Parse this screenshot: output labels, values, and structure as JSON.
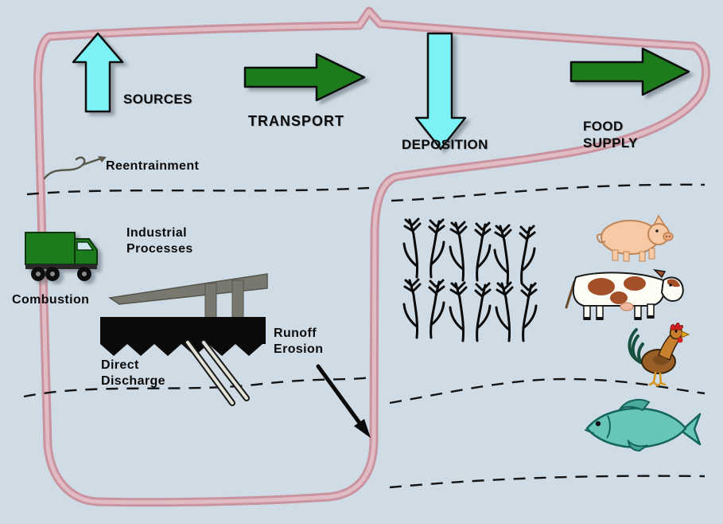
{
  "diagram": {
    "name": "Pollutant pathway cycle from emission sources to the food supply",
    "stages": [
      {
        "label": "SOURCES",
        "arrow": "up",
        "arrow_color": "#7df2f6"
      },
      {
        "label": "TRANSPORT",
        "arrow": "right",
        "arrow_color": "#1e7b1e"
      },
      {
        "label": "DEPOSITION",
        "arrow": "down",
        "arrow_color": "#7df2f6"
      },
      {
        "label": "FOOD\nSUPPLY",
        "arrow": "right",
        "arrow_color": "#1e7b1e"
      }
    ],
    "process_labels": {
      "reentrainment": "Reentrainment",
      "industrial_processes": "Industrial\nProcesses",
      "combustion": "Combustion",
      "direct_discharge": "Direct\nDischarge",
      "runoff_erosion": "Runoff\nErosion"
    },
    "icons": [
      "sources-up-arrow-icon",
      "transport-right-arrow-icon",
      "deposition-down-arrow-icon",
      "food-supply-right-arrow-icon",
      "reentrainment-swirl-icon",
      "truck-icon",
      "factory-icon",
      "discharge-pipes-icon",
      "runoff-arrow-icon",
      "wheat-icon",
      "pig-icon",
      "cow-icon",
      "rooster-icon",
      "fish-icon"
    ],
    "colors": {
      "background": "#cfdce6",
      "cyan_arrow": "#7df2f6",
      "green_arrow": "#1e7b1e",
      "loop_outline": "#d9aab4",
      "dashed_line": "#141414",
      "text": "#0b0b0b"
    }
  }
}
